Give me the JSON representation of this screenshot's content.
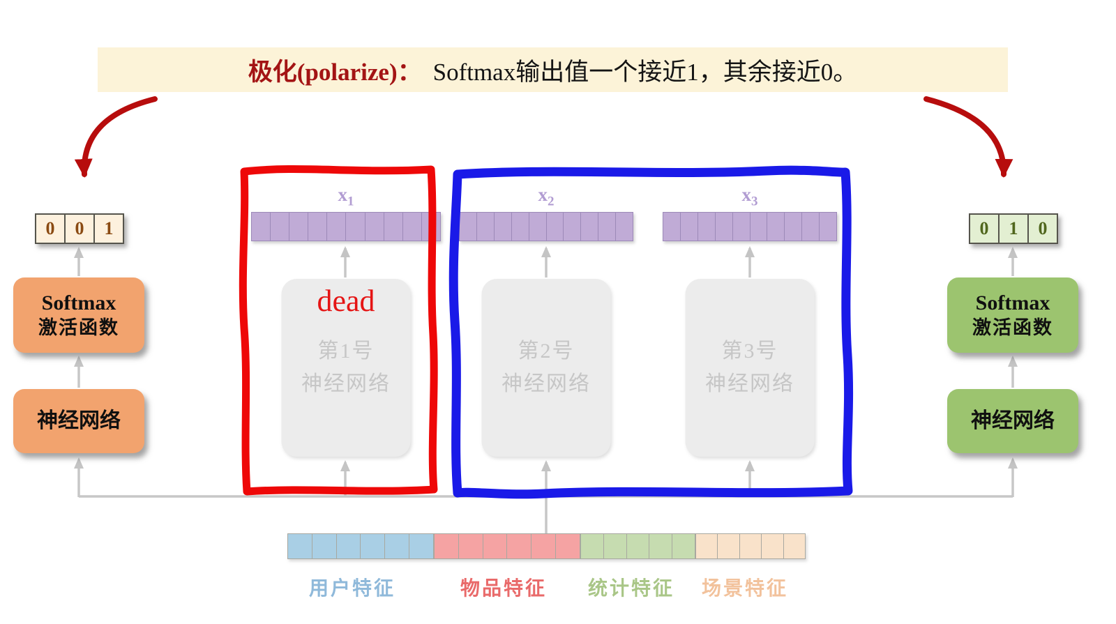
{
  "banner": {
    "highlight": "极化(polarize)：",
    "body": "Softmax输出值一个接近1，其余接近0。"
  },
  "left_branch": {
    "output_cells": [
      "0",
      "0",
      "1"
    ],
    "softmax_title": "Softmax",
    "softmax_subtitle": "激活函数",
    "network_label": "神经网络"
  },
  "right_branch": {
    "output_cells": [
      "0",
      "1",
      "0"
    ],
    "softmax_title": "Softmax",
    "softmax_subtitle": "激活函数",
    "network_label": "神经网络"
  },
  "experts": [
    {
      "vector_name": "x",
      "vector_index": "1",
      "status": "dead",
      "title": "第1号",
      "subtitle": "神经网络"
    },
    {
      "vector_name": "x",
      "vector_index": "2",
      "title": "第2号",
      "subtitle": "神经网络"
    },
    {
      "vector_name": "x",
      "vector_index": "3",
      "title": "第3号",
      "subtitle": "神经网络"
    }
  ],
  "feature_groups": [
    {
      "label": "用户特征",
      "color": "#a9cfe5",
      "label_color": "#8fb9da"
    },
    {
      "label": "物品特征",
      "color": "#f5a3a3",
      "label_color": "#e96a6a"
    },
    {
      "label": "统计特征",
      "color": "#c6dcb0",
      "label_color": "#a9c687"
    },
    {
      "label": "场景特征",
      "color": "#f9e2ca",
      "label_color": "#f2c29c"
    }
  ],
  "colors": {
    "banner_bg": "#fcf3d8",
    "banner_highlight_text": "#a31414",
    "red_arrow": "#b70d0d",
    "left_box_fill": "#f2a36e",
    "right_box_fill": "#9cc46f",
    "left_cell_bg": "#fdf1de",
    "left_cell_text": "#8a4a12",
    "right_cell_bg": "#e3efd2",
    "right_cell_text": "#50661d",
    "vector_fill": "#c0abd6",
    "vector_label_text": "#b19cd2",
    "expert_box_fill": "#ececec",
    "expert_text": "#c6c6c6",
    "dead_text": "#e51414",
    "red_frame": "#ee0808",
    "blue_frame": "#1a1ae8",
    "connector": "#c7c7c7"
  }
}
